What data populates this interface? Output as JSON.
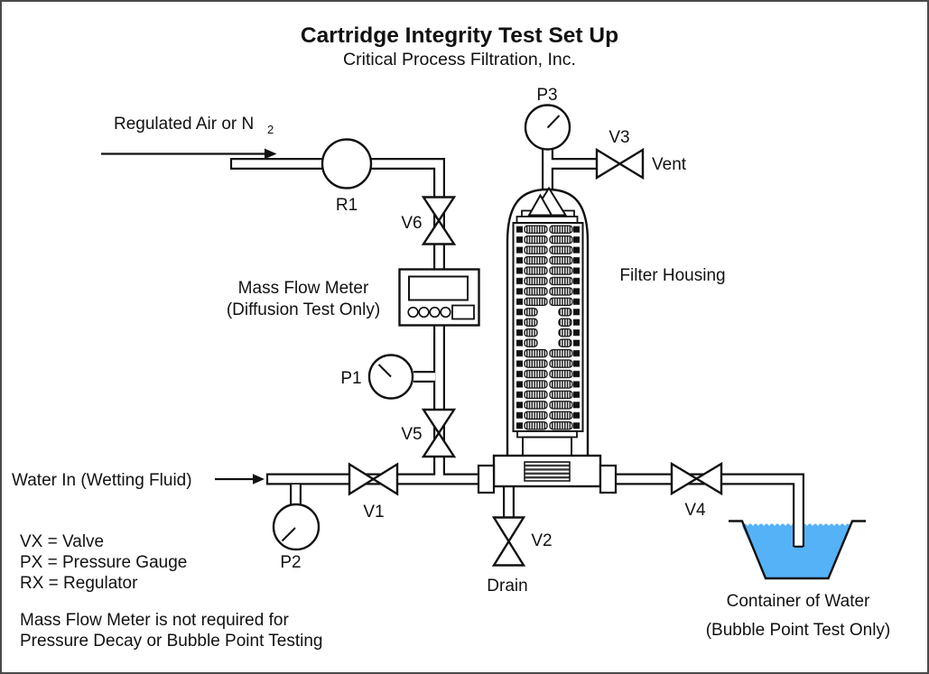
{
  "header": {
    "title": "Cartridge Integrity Test Set Up",
    "subtitle": "Critical Process Filtration, Inc."
  },
  "labels": {
    "regulated_air": "Regulated Air or N",
    "regulated_air_sub": "2",
    "r1": "R1",
    "v6": "V6",
    "mass_flow_meter_1": "Mass Flow Meter",
    "mass_flow_meter_2": "(Diffusion Test Only)",
    "p1": "P1",
    "v5": "V5",
    "p3": "P3",
    "v3": "V3",
    "vent": "Vent",
    "filter_housing": "Filter Housing",
    "water_in": "Water In (Wetting Fluid)",
    "v1": "V1",
    "p2": "P2",
    "v2": "V2",
    "drain": "Drain",
    "v4": "V4",
    "container_1": "Container of Water",
    "container_2": "(Bubble Point Test Only)"
  },
  "legend": {
    "vx": "VX = Valve",
    "px": "PX = Pressure Gauge",
    "rx": "RX = Regulator"
  },
  "note": {
    "line1": "Mass Flow Meter is not required for",
    "line2": "Pressure Decay or Bubble Point Testing"
  },
  "colors": {
    "water": "#55b2f7",
    "line": "#1a1a1a"
  }
}
